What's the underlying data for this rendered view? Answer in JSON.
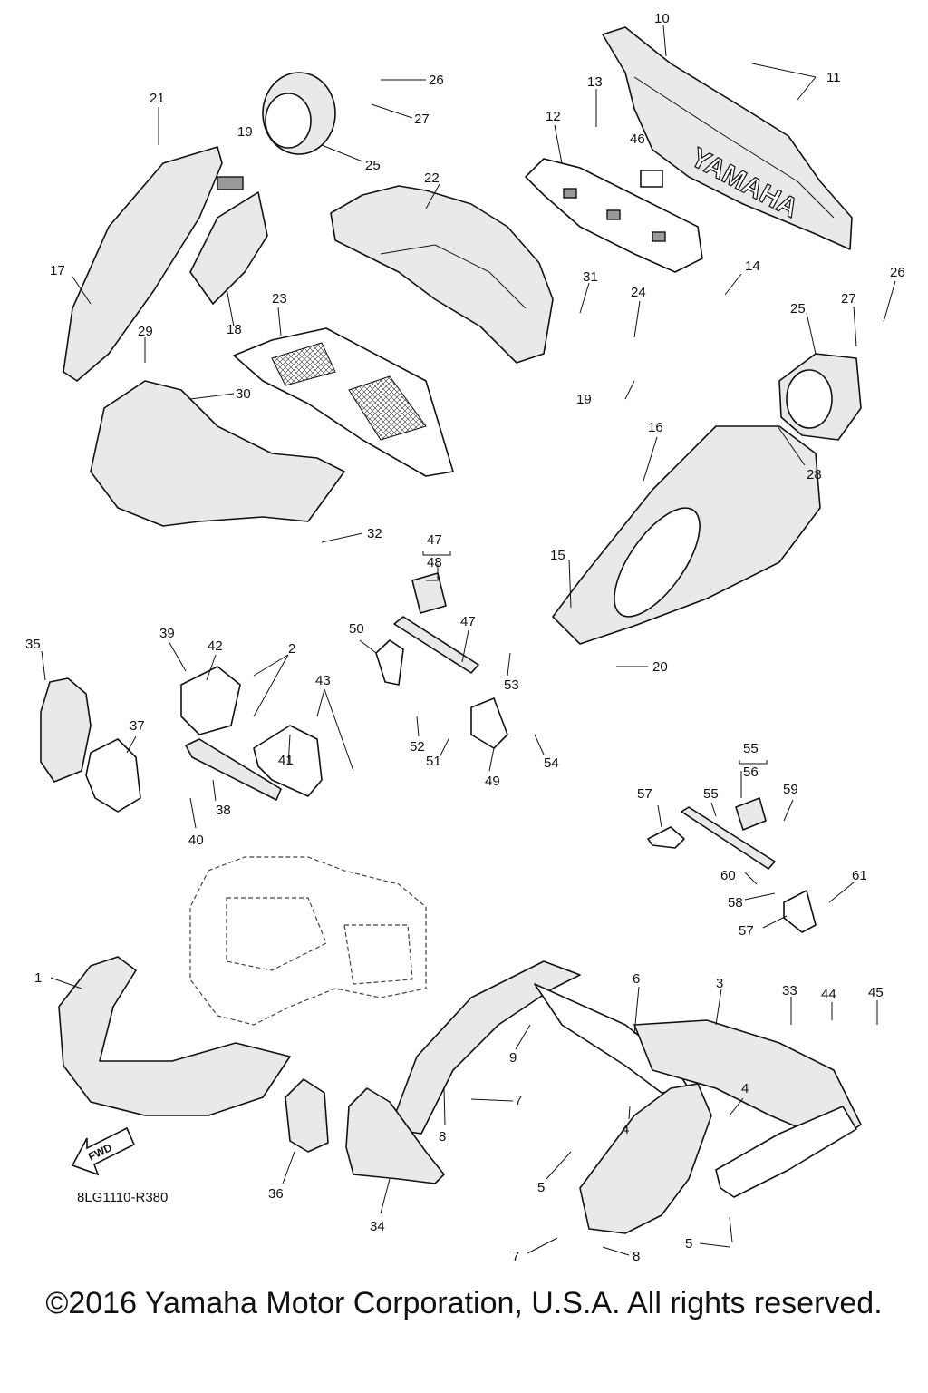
{
  "diagram": {
    "ref_code": "8LG1110-R380",
    "fwd_label": "FWD",
    "brand_text": "YAMAHA",
    "callouts": [
      "1",
      "2",
      "3",
      "4",
      "5",
      "6",
      "7",
      "8",
      "9",
      "10",
      "11",
      "12",
      "13",
      "14",
      "15",
      "16",
      "17",
      "18",
      "19",
      "20",
      "21",
      "22",
      "23",
      "24",
      "25",
      "26",
      "27",
      "28",
      "29",
      "30",
      "31",
      "32",
      "33",
      "34",
      "35",
      "36",
      "37",
      "38",
      "39",
      "40",
      "41",
      "42",
      "43",
      "44",
      "45",
      "46",
      "47",
      "48",
      "49",
      "50",
      "51",
      "52",
      "53",
      "54",
      "55",
      "56",
      "57",
      "58",
      "59",
      "60",
      "61"
    ]
  },
  "footer": {
    "copyright": "©2016 Yamaha Motor Corporation, U.S.A. All rights reserved."
  }
}
